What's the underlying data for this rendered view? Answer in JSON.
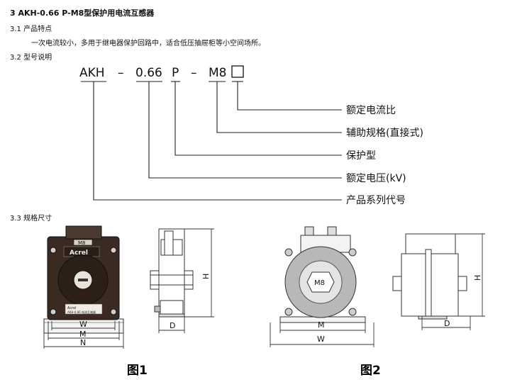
{
  "doc": {
    "heading": "3 AKH-0.66 P-M8型保护用电流互感器",
    "s31": "3.1 产品特点",
    "s31_text": "一次电流较小，多用于继电器保护回路中，适合低压抽屉柜等小空间场所。",
    "s32": "3.2 型号说明",
    "s33": "3.3 规格尺寸"
  },
  "model_code": {
    "parts": [
      "AKH",
      "–",
      "0.66",
      "P",
      "–",
      "M8",
      "□"
    ],
    "explanations": [
      "额定电流比",
      "辅助规格(直接式)",
      "保护型",
      "额定电压(kV)",
      "产品系列代号"
    ]
  },
  "figure1": {
    "caption": "图1",
    "dims": {
      "w": "W",
      "m": "M",
      "n": "N",
      "h": "H",
      "d": "D"
    },
    "label_m8": "M8",
    "brand": "Acrel",
    "label_line1": "Acrel",
    "label_line2": "AKH-0.66 电流互感器"
  },
  "figure2": {
    "caption": "图2",
    "dims": {
      "m": "M",
      "w": "W",
      "h": "H",
      "d": "D"
    },
    "label_m8": "M8"
  }
}
